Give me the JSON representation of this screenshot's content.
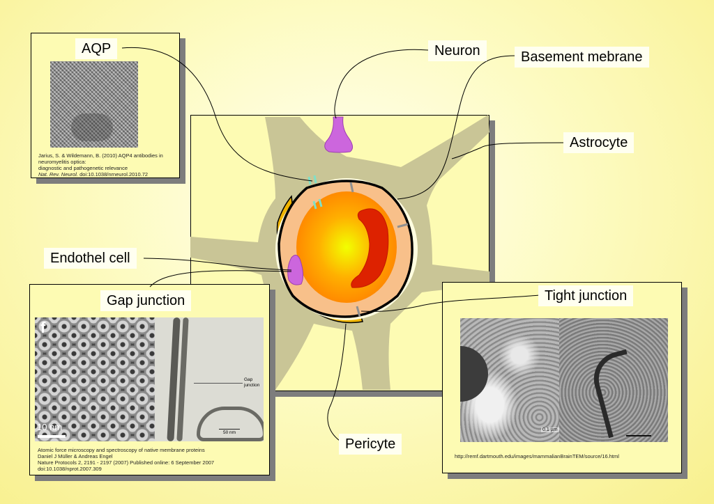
{
  "labels": {
    "aqp": "AQP",
    "neuron": "Neuron",
    "basement": "Basement mebrane",
    "astrocyte": "Astrocyte",
    "endothel": "Endothel cell",
    "gap": "Gap junction",
    "tight": "Tight junction",
    "pericyte": "Pericyte"
  },
  "aqp_citation": {
    "line1": "Jarius, S. & Wildemann, B. (2010) AQP4 antibodies in",
    "line2": "neuromyelitis optica:",
    "line3": "diagnostic and pathogenetic relevance",
    "journal": "Nat. Rev. Neurol.",
    "doi": "doi:10.1038/nrneurol.2010.72"
  },
  "gap_citation": {
    "line1": "Atomic force microscopy and spectroscopy of native membrane proteins",
    "line2": "Daniel J Müller & Andreas Engel",
    "line3": "Nature Protocols 2, 2191 - 2197 (2007) Published online: 6 September 2007",
    "line4": "doi:10.1038/nprot.2007.309"
  },
  "tight_citation": {
    "url": "http://remf.dartmouth.edu/images/mammalianBrainTEM/source/16.html"
  },
  "micrograph_text": {
    "panel_letter": "f",
    "afm_scale": "10 nm",
    "tem_annotation": "Gap\njunction",
    "tem_scale": "50 nm",
    "tj_scale": "0.1 µm"
  },
  "colors": {
    "background": "#fdfbc2",
    "astrocyte": "#c9c596",
    "neuron": "#cc66dd",
    "pericyte": "#f0b400",
    "endothel": "#f8c08a",
    "nucleus": "#dd2200",
    "aqp": "#7fe0c8"
  }
}
